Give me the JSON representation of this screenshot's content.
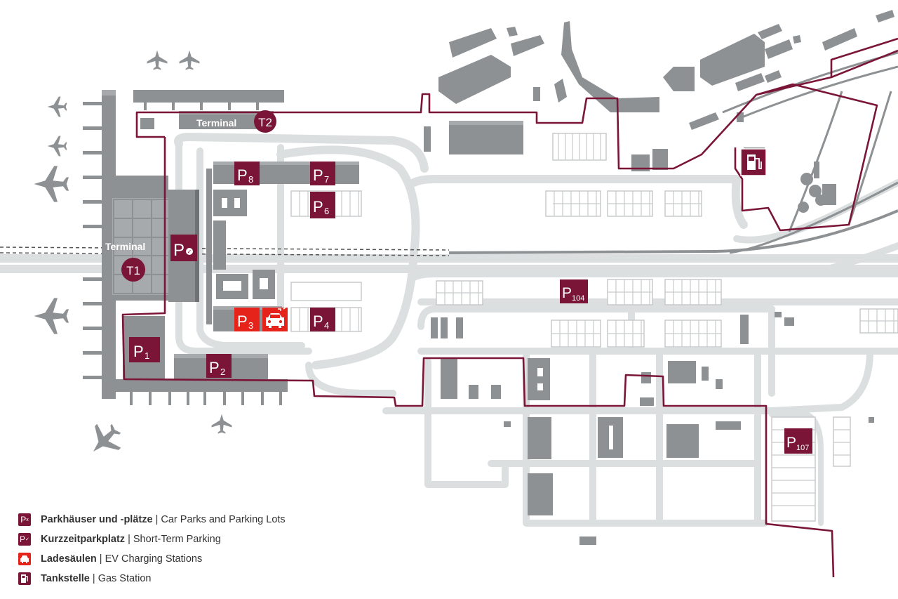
{
  "map": {
    "terminals": [
      {
        "id": "t1",
        "word": "Terminal",
        "code": "T1"
      },
      {
        "id": "t2",
        "word": "Terminal",
        "code": "T2"
      }
    ],
    "parking": [
      {
        "id": "p1",
        "letter": "P",
        "number": "1"
      },
      {
        "id": "p2",
        "letter": "P",
        "number": "2"
      },
      {
        "id": "p3",
        "letter": "P",
        "number": "3"
      },
      {
        "id": "p4",
        "letter": "P",
        "number": "4"
      },
      {
        "id": "p6",
        "letter": "P",
        "number": "6"
      },
      {
        "id": "p7",
        "letter": "P",
        "number": "7"
      },
      {
        "id": "p8",
        "letter": "P",
        "number": "8"
      },
      {
        "id": "p104",
        "letter": "P",
        "number": "104"
      },
      {
        "id": "p107",
        "letter": "P",
        "number": "107"
      }
    ],
    "short_term_parking": {
      "letter": "P",
      "mark": "✓"
    },
    "ev_icon": "ev-charging-car-icon",
    "gas_icon": "fuel-pump-icon"
  },
  "legend": [
    {
      "id": "car-parks",
      "icon_label": "Px",
      "de": "Parkhäuser und -plätze",
      "sep": " | ",
      "en": "Car Parks and Parking Lots",
      "icon_color": "#7a1537"
    },
    {
      "id": "short-term",
      "icon_label": "P✓",
      "de": "Kurzzeitparkplatz",
      "sep": " | ",
      "en": "Short-Term Parking",
      "icon_color": "#7a1537"
    },
    {
      "id": "ev",
      "icon_label": "⚡",
      "de": "Ladesäulen",
      "sep": " | ",
      "en": "EV Charging Stations",
      "icon_color": "#e5231b"
    },
    {
      "id": "gas",
      "icon_label": "⛽",
      "de": "Tankstelle",
      "sep": " | ",
      "en": "Gas Station",
      "icon_color": "#7a1537"
    }
  ],
  "colors": {
    "brand": "#7a1537",
    "ev": "#e5231b",
    "building": "#8e9193",
    "road": "#dcdfe0"
  }
}
